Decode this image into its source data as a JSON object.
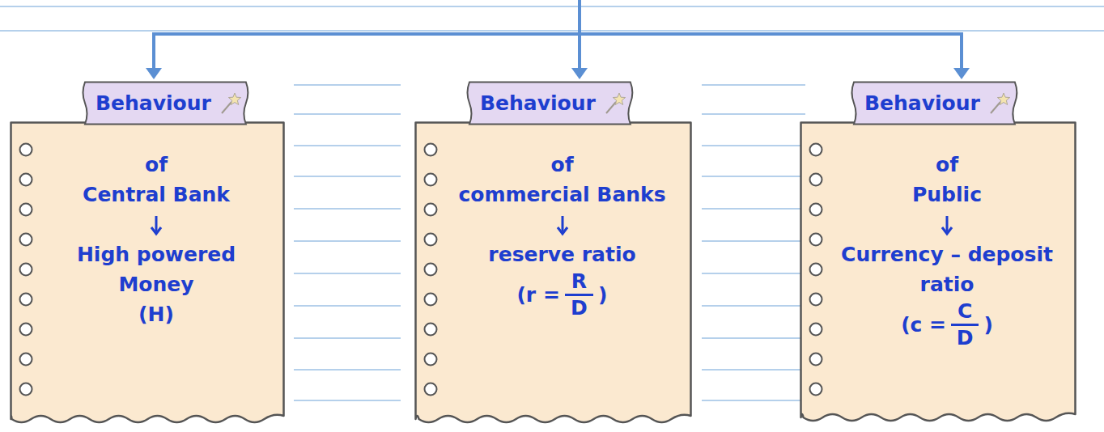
{
  "diagram": {
    "nodes": [
      {
        "text": [
          "Behaviour",
          "of",
          "Central Bank",
          "High powered Money",
          "(H)"
        ]
      },
      {
        "text": [
          "Behaviour",
          "of",
          "commercial Banks",
          "reserve ratio",
          "(r =",
          "R",
          "D",
          ")"
        ]
      },
      {
        "text": [
          "Behaviour",
          "of",
          "Public",
          "Currency – deposit ratio",
          "(c =",
          "C",
          "D",
          ")"
        ]
      }
    ]
  }
}
